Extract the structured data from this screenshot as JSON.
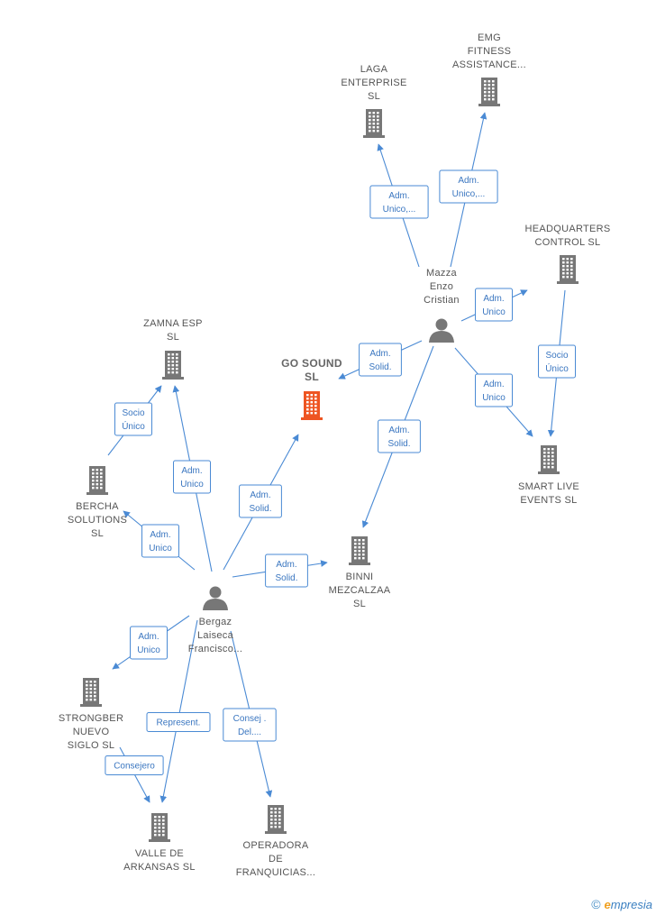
{
  "colors": {
    "edge": "#4a8ad4",
    "building": "#777777",
    "focus": "#ee5522",
    "person": "#777777"
  },
  "nodes": [
    {
      "id": "laga",
      "type": "company",
      "lines": [
        "LAGA",
        "ENTERPRISE",
        "SL"
      ]
    },
    {
      "id": "emg",
      "type": "company",
      "lines": [
        "EMG",
        "FITNESS",
        "ASSISTANCE..."
      ]
    },
    {
      "id": "hq",
      "type": "company",
      "lines": [
        "HEADQUARTERS",
        "CONTROL  SL"
      ]
    },
    {
      "id": "mazza",
      "type": "person",
      "lines": [
        "Mazza",
        "Enzo",
        "Cristian"
      ]
    },
    {
      "id": "zamna",
      "type": "company",
      "lines": [
        "ZAMNA ESP",
        "SL"
      ]
    },
    {
      "id": "gosound",
      "type": "focus",
      "lines": [
        "GO SOUND",
        "SL"
      ]
    },
    {
      "id": "smart",
      "type": "company",
      "lines": [
        "SMART LIVE",
        "EVENTS  SL"
      ]
    },
    {
      "id": "bercha",
      "type": "company",
      "lines": [
        "BERCHA",
        "SOLUTIONS",
        "SL"
      ]
    },
    {
      "id": "binni",
      "type": "company",
      "lines": [
        "BINNI",
        "MEZCALZAA",
        "SL"
      ]
    },
    {
      "id": "bergaz",
      "type": "person",
      "lines": [
        "Bergaz",
        "Laiseca",
        "Francisco..."
      ]
    },
    {
      "id": "strongber",
      "type": "company",
      "lines": [
        "STRONGBER",
        "NUEVO",
        "SIGLO  SL"
      ]
    },
    {
      "id": "valle",
      "type": "company",
      "lines": [
        "VALLE DE",
        "ARKANSAS  SL"
      ]
    },
    {
      "id": "operadora",
      "type": "company",
      "lines": [
        "OPERADORA",
        "DE",
        "FRANQUICIAS..."
      ]
    }
  ],
  "edges": [
    {
      "from": "mazza",
      "to": "laga",
      "label": [
        "Adm.",
        "Unico,..."
      ]
    },
    {
      "from": "mazza",
      "to": "emg",
      "label": [
        "Adm.",
        "Unico,..."
      ]
    },
    {
      "from": "mazza",
      "to": "hq",
      "label": [
        "Adm.",
        "Unico"
      ]
    },
    {
      "from": "mazza",
      "to": "gosound",
      "label": [
        "Adm.",
        "Solid."
      ]
    },
    {
      "from": "mazza",
      "to": "smart",
      "label": [
        "Adm.",
        "Unico"
      ]
    },
    {
      "from": "mazza",
      "to": "binni",
      "label": [
        "Adm.",
        "Solid."
      ]
    },
    {
      "from": "hq",
      "to": "smart",
      "label": [
        "Socio",
        "Único"
      ]
    },
    {
      "from": "bercha",
      "to": "zamna",
      "label": [
        "Socio",
        "Único"
      ]
    },
    {
      "from": "bergaz",
      "to": "zamna",
      "label": [
        "Adm.",
        "Unico"
      ]
    },
    {
      "from": "bergaz",
      "to": "gosound",
      "label": [
        "Adm.",
        "Solid."
      ]
    },
    {
      "from": "bergaz",
      "to": "bercha",
      "label": [
        "Adm.",
        "Unico"
      ]
    },
    {
      "from": "bergaz",
      "to": "binni",
      "label": [
        "Adm.",
        "Solid."
      ]
    },
    {
      "from": "bergaz",
      "to": "strongber",
      "label": [
        "Adm.",
        "Unico"
      ]
    },
    {
      "from": "bergaz",
      "to": "valle",
      "label": [
        "Represent."
      ]
    },
    {
      "from": "strongber",
      "to": "valle",
      "label": [
        "Consejero"
      ]
    },
    {
      "from": "bergaz",
      "to": "operadora",
      "label": [
        "Consej .",
        "Del...."
      ]
    }
  ],
  "brand": {
    "copyright": "©",
    "name_initial": "e",
    "name_rest": "mpresia"
  }
}
